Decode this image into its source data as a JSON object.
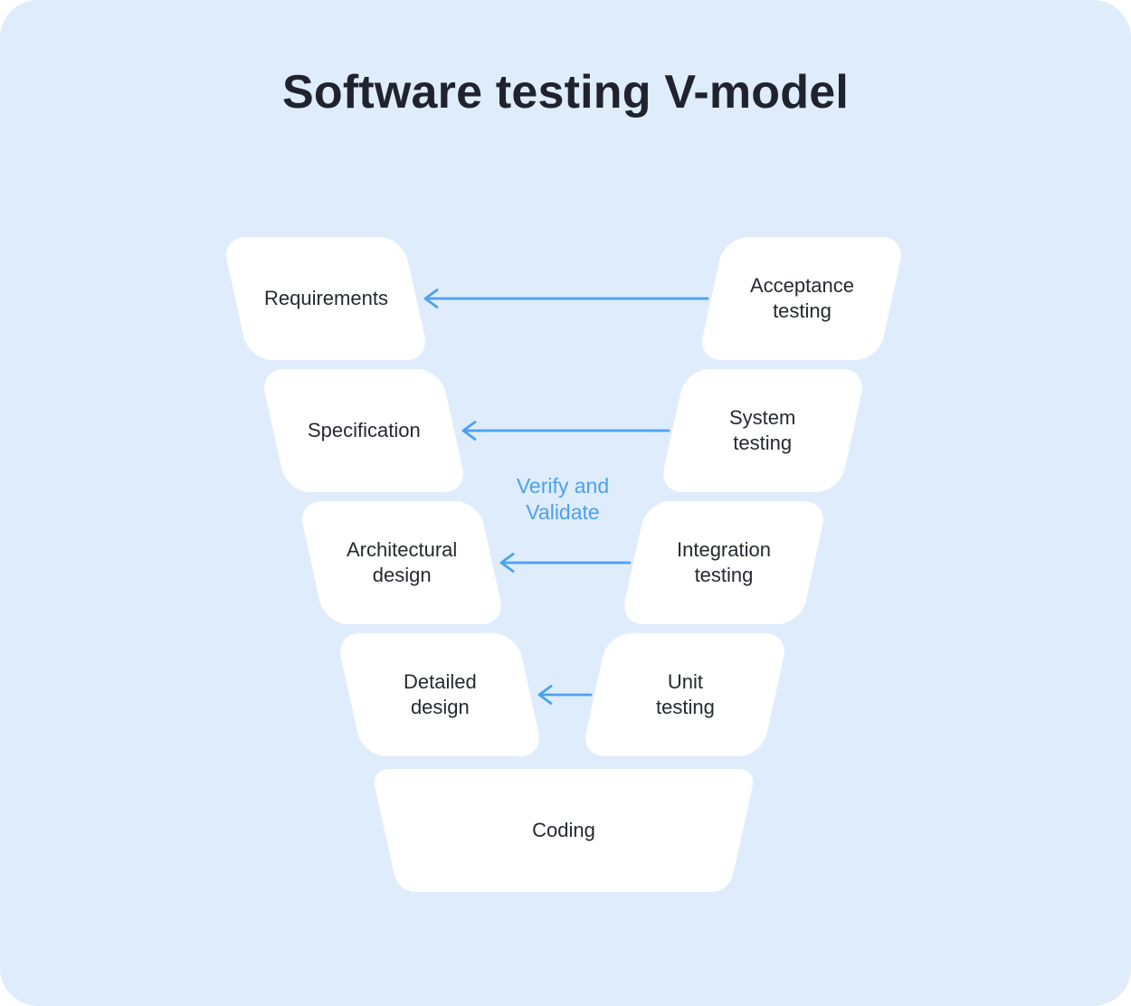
{
  "title": "Software testing V-model",
  "colors": {
    "background": "#dfecfb",
    "box": "#ffffff",
    "accent_blue": "#4ba1f0",
    "text_dark": "#26292f"
  },
  "center_label": {
    "text": "Verify and\nValidate"
  },
  "left_column": [
    {
      "label": "Requirements"
    },
    {
      "label": "Specification"
    },
    {
      "label": "Architectural\ndesign"
    },
    {
      "label": "Detailed\ndesign"
    }
  ],
  "right_column": [
    {
      "label": "Acceptance\ntesting"
    },
    {
      "label": "System\ntesting"
    },
    {
      "label": "Integration\ntesting"
    },
    {
      "label": "Unit\ntesting"
    }
  ],
  "bottom": {
    "label": "Coding"
  },
  "arrows": [
    {
      "from": "Acceptance testing",
      "to": "Requirements"
    },
    {
      "from": "System testing",
      "to": "Specification"
    },
    {
      "from": "Integration testing",
      "to": "Architectural design"
    },
    {
      "from": "Unit testing",
      "to": "Detailed design"
    }
  ]
}
